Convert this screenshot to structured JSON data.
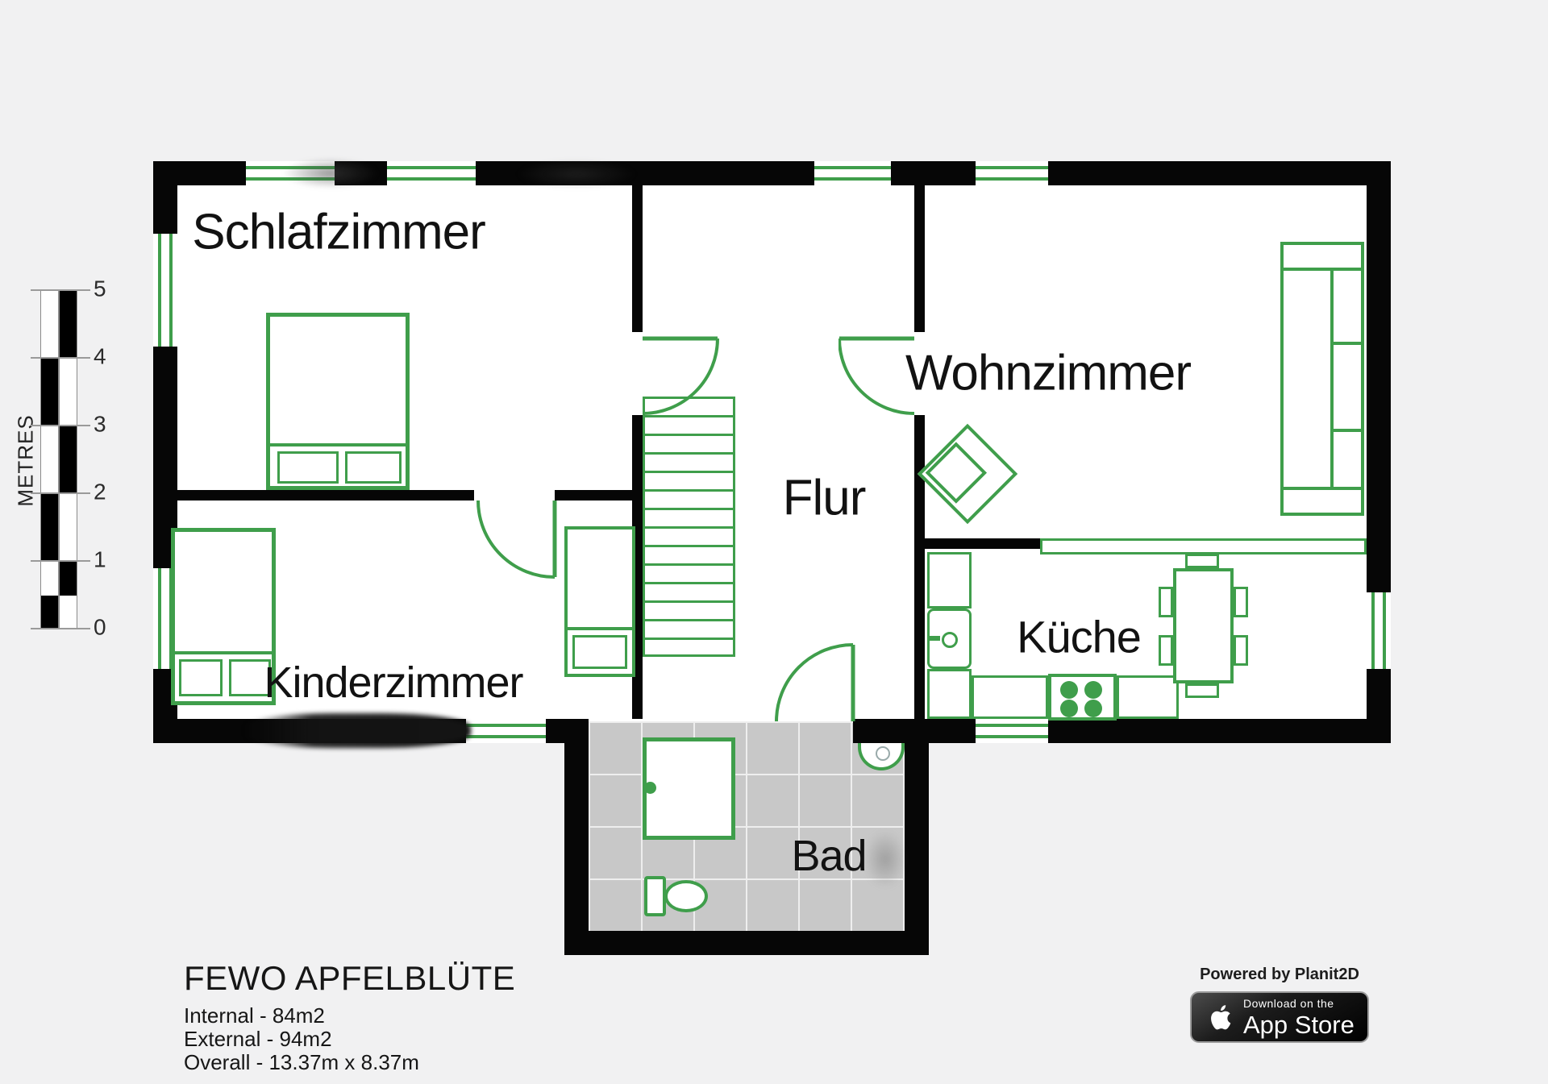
{
  "palette": {
    "accent_green": "#3f9e4b",
    "wall_black": "#060606",
    "tile_gray": "#c8c8c8",
    "background": "#f1f1f2",
    "badge_black": "#000000"
  },
  "scale_bar": {
    "label": "METRES",
    "ticks": [
      "5",
      "4",
      "3",
      "2",
      "1",
      "0"
    ]
  },
  "rooms": [
    {
      "id": "schlafzimmer",
      "label": "Schlafzimmer"
    },
    {
      "id": "wohnzimmer",
      "label": "Wohnzimmer"
    },
    {
      "id": "flur",
      "label": "Flur"
    },
    {
      "id": "kinderzimmer",
      "label": "Kinderzimmer"
    },
    {
      "id": "kueche",
      "label": "Küche"
    },
    {
      "id": "bad",
      "label": "Bad"
    }
  ],
  "furniture": [
    "double-bed",
    "child-bed",
    "single-bed",
    "stairs",
    "sofa",
    "armchair",
    "dining-table",
    "chairs",
    "kitchen-counter",
    "stove",
    "kitchen-sink",
    "counter-bar",
    "shower",
    "toilet",
    "wash-basin"
  ],
  "title_block": {
    "title": "FEWO APFELBLÜTE",
    "lines": [
      "Internal - 84m2",
      "External - 94m2",
      "Overall - 13.37m x 8.37m"
    ]
  },
  "footer": {
    "powered_by": "Powered by Planit2D",
    "app_store_badge": {
      "line1": "Download on the",
      "line2": "App Store"
    }
  }
}
